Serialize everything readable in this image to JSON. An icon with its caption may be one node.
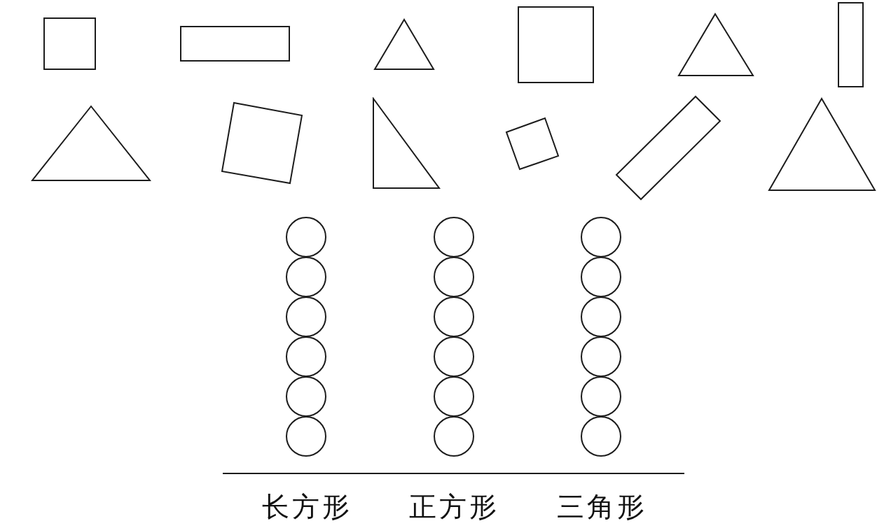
{
  "diagram": {
    "nodes": [
      {
        "text": [],
        "shape": "box"
      },
      {
        "text": [],
        "shape": "box"
      },
      {
        "text": [],
        "shape": "triangle"
      },
      {
        "text": [],
        "shape": "box"
      },
      {
        "text": [],
        "shape": "triangle"
      },
      {
        "text": [],
        "shape": "box"
      },
      {
        "text": [],
        "shape": "triangle"
      },
      {
        "text": [],
        "shape": "box"
      },
      {
        "text": [],
        "shape": "triangle"
      },
      {
        "text": [],
        "shape": "box"
      },
      {
        "text": [],
        "shape": "box"
      },
      {
        "text": [],
        "shape": "triangle"
      },
      {
        "text": [],
        "shape": "circle"
      },
      {
        "text": [],
        "shape": "circle"
      },
      {
        "text": [],
        "shape": "circle"
      },
      {
        "text": [],
        "shape": "circle"
      },
      {
        "text": [],
        "shape": "circle"
      },
      {
        "text": [],
        "shape": "circle"
      },
      {
        "text": [],
        "shape": "circle"
      },
      {
        "text": [],
        "shape": "circle"
      },
      {
        "text": [],
        "shape": "circle"
      },
      {
        "text": [],
        "shape": "circle"
      },
      {
        "text": [],
        "shape": "circle"
      },
      {
        "text": [],
        "shape": "circle"
      },
      {
        "text": [],
        "shape": "circle"
      },
      {
        "text": [],
        "shape": "circle"
      },
      {
        "text": [],
        "shape": "circle"
      },
      {
        "text": [],
        "shape": "circle"
      },
      {
        "text": [],
        "shape": "circle"
      },
      {
        "text": [],
        "shape": "circle"
      }
    ],
    "labels": [
      "长方形",
      "正方形",
      "三角形"
    ]
  }
}
